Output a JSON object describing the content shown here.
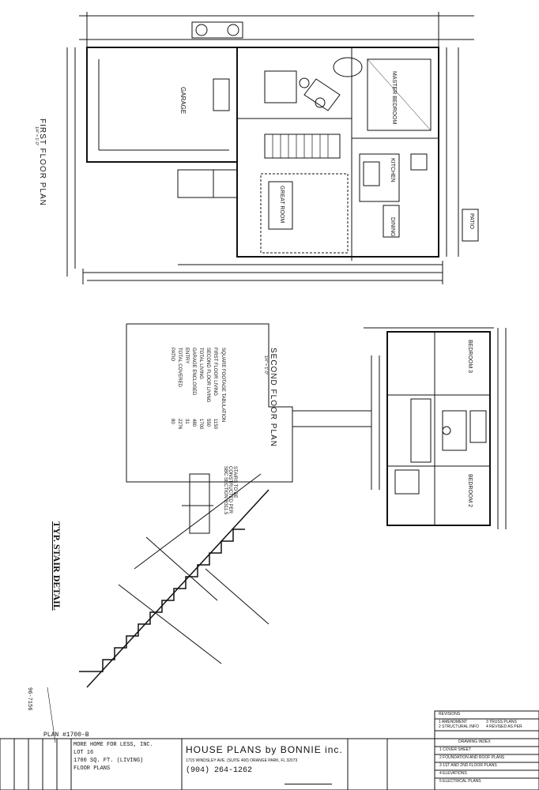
{
  "first_floor": {
    "title": "FIRST FLOOR PLAN",
    "scale": "1/4\" = 1'-0\"",
    "rooms": [
      "GARAGE",
      "MASTER BEDROOM",
      "KITCHEN",
      "GREAT ROOM",
      "DINING",
      "PATIO"
    ]
  },
  "second_floor": {
    "title": "SECOND FLOOR PLAN",
    "scale": "1/4\" = 1'-0\"",
    "rooms": [
      "BEDROOM 3",
      "BEDROOM 2"
    ]
  },
  "square_footage": {
    "heading": "SQUARE FOOTAGE TABULATION",
    "rows": [
      {
        "label": "FIRST FLOOR LIVING",
        "value": "1150"
      },
      {
        "label": "SECOND FLOOR LIVING",
        "value": "550"
      },
      {
        "label": "TOTAL LIVING",
        "value": "1700"
      },
      {
        "label": "GARAGE ENCLOSED",
        "value": "480"
      },
      {
        "label": "ENTRY",
        "value": "31"
      },
      {
        "label": "TOTAL COVERED",
        "value": "2276"
      },
      {
        "label": "PATIO",
        "value": "80"
      }
    ]
  },
  "stair_detail": {
    "title": "TYP. STAIR DETAIL",
    "note": "STAIRS TO BE CONSTRUCTED PER SBC SECTION R311.5"
  },
  "title_block": {
    "plan_number": "PLAN #1700-B",
    "client_line": "MORE HOME FOR LESS, INC.",
    "lot": "LOT 16",
    "sqft": "1700 SQ. FT. (LIVING)",
    "sheet_type": "FLOOR PLANS",
    "firm_name": "HOUSE PLANS by BONNIE inc.",
    "firm_address": "1715 WINDSLEY AVE. (SUITE 400)   ORANGE PARK, FL 32073",
    "firm_phone": "(904) 264-1262",
    "drawing_number": "96-7156",
    "sheet_index_heading": "DRAWING INDEX",
    "sheet_index": [
      "1 COVER SHEET",
      "2 FOUNDATION AND ROOF PLANS",
      "3 1ST AND 2ND FLOOR PLANS",
      "4 ELEVATIONS",
      "5 ELECTRICAL PLANS"
    ],
    "revisions_heading": "REVISIONS",
    "revisions": [
      "1 AMENDMENT",
      "2 STRUCTURAL INFO",
      "3 TRUSS PLANS",
      "4 REVISED AS PER"
    ]
  }
}
